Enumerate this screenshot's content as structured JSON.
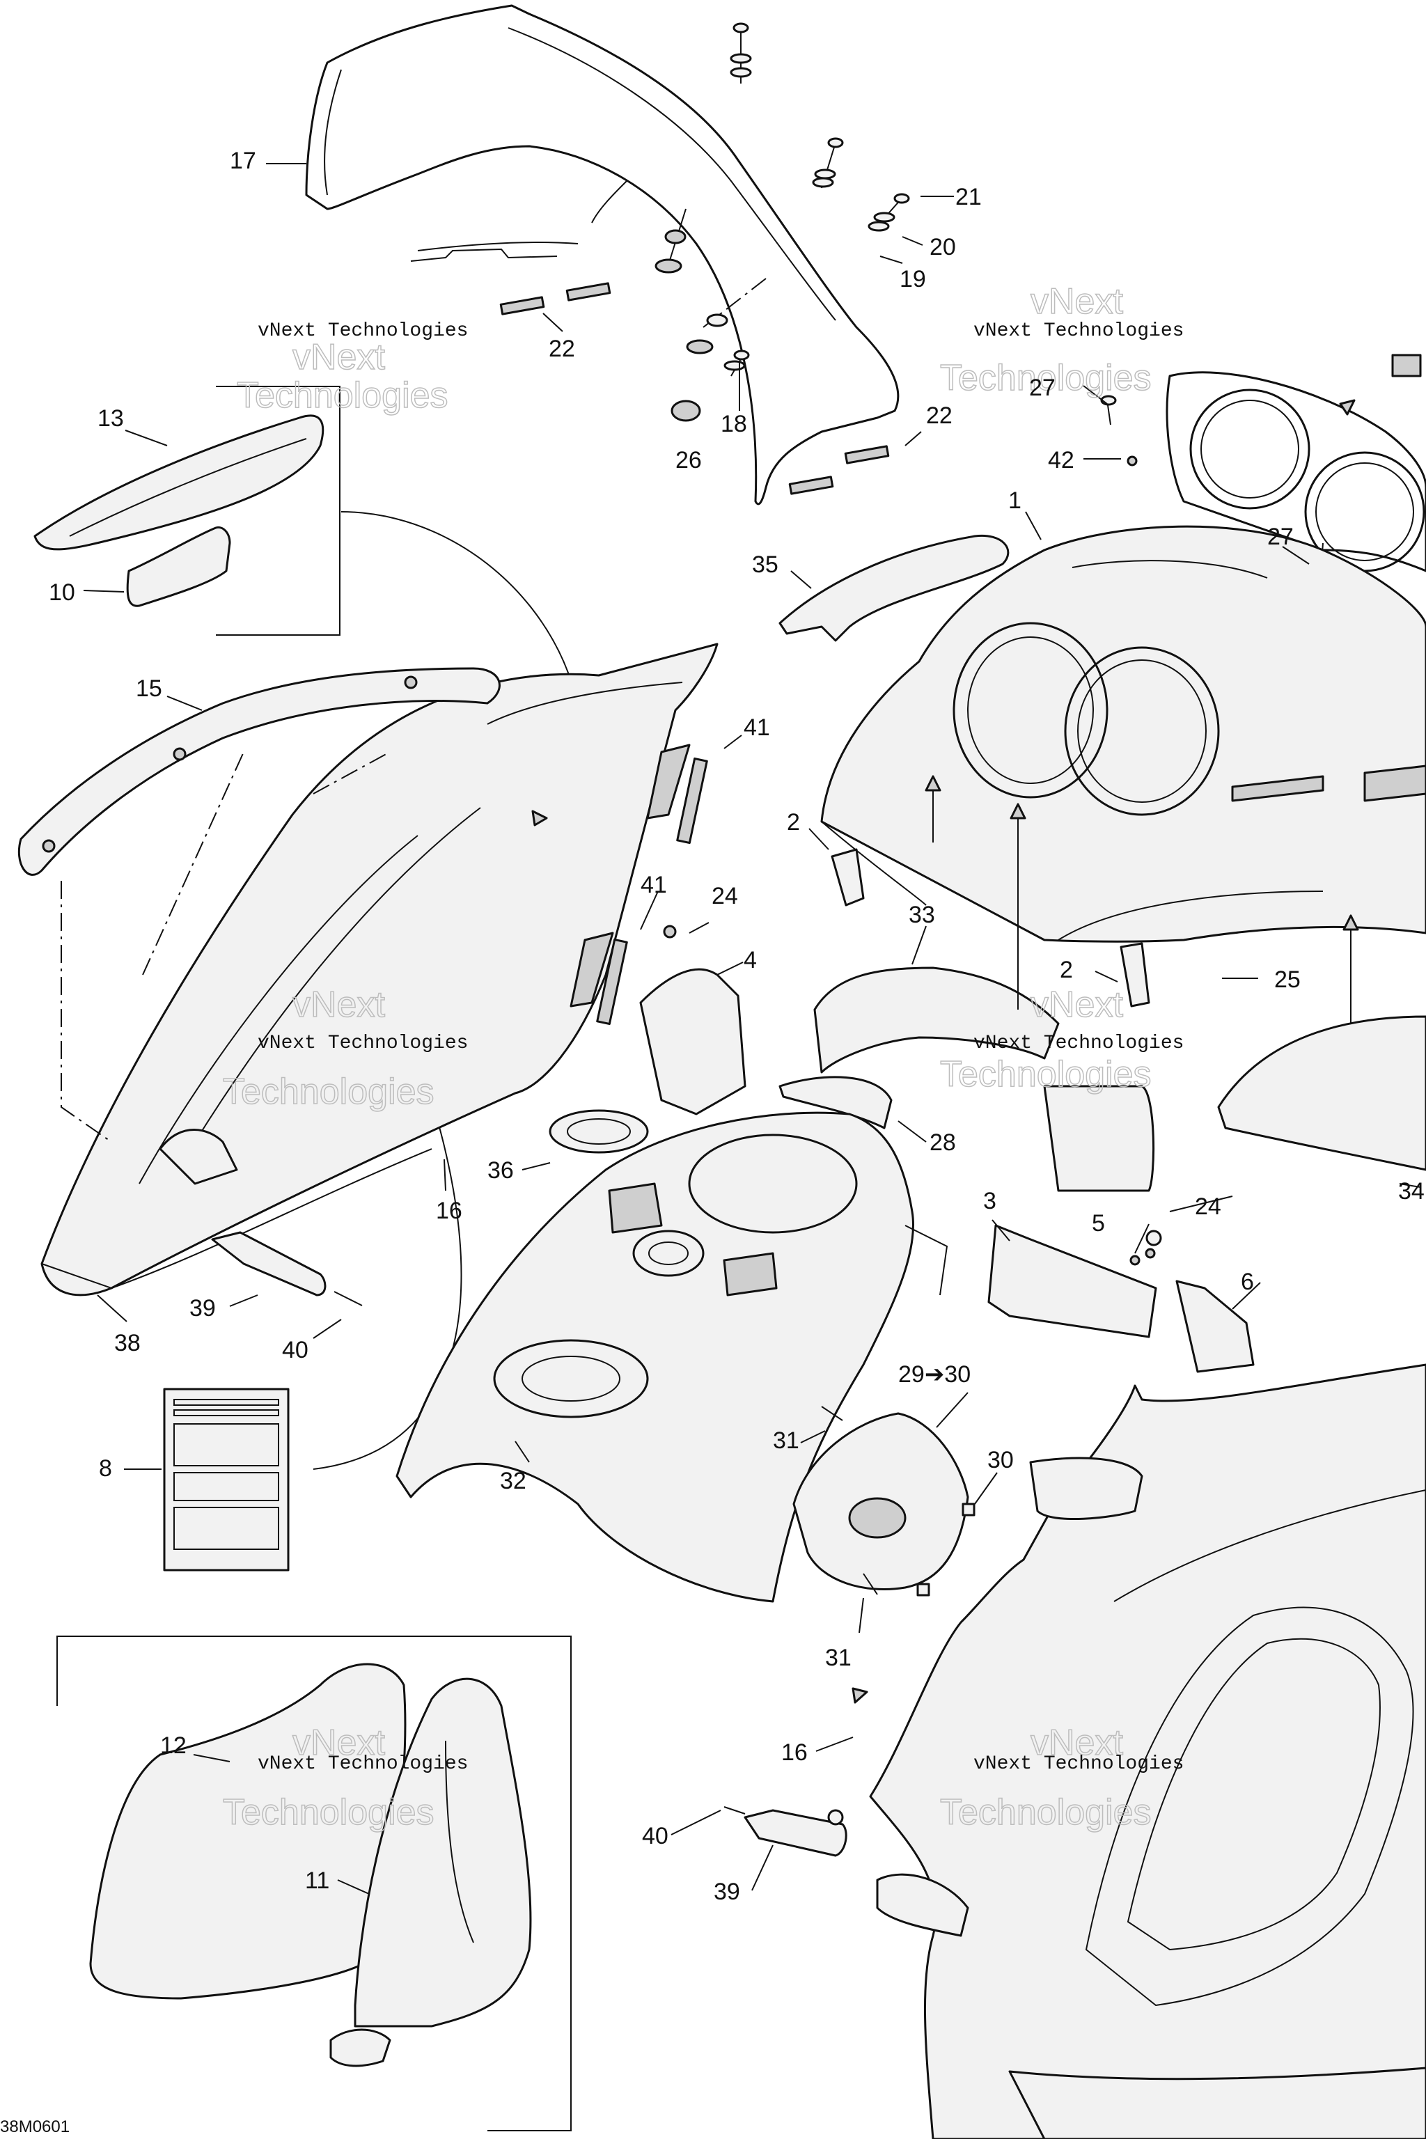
{
  "watermark": {
    "line1": "vNext Technologies",
    "line2": "vNext",
    "line3": "Technologies"
  },
  "reference_code": "38M0601",
  "callouts": [
    {
      "id": "c17a",
      "text": "17"
    },
    {
      "id": "c21",
      "text": "21"
    },
    {
      "id": "c20",
      "text": "20"
    },
    {
      "id": "c19",
      "text": "19"
    },
    {
      "id": "c22a",
      "text": "22"
    },
    {
      "id": "c18",
      "text": "18"
    },
    {
      "id": "c26",
      "text": "26"
    },
    {
      "id": "c22b",
      "text": "22"
    },
    {
      "id": "c27a",
      "text": "27"
    },
    {
      "id": "c42",
      "text": "42"
    },
    {
      "id": "c27b",
      "text": "27"
    },
    {
      "id": "c13",
      "text": "13"
    },
    {
      "id": "c10",
      "text": "10"
    },
    {
      "id": "c1",
      "text": "1"
    },
    {
      "id": "c35",
      "text": "35"
    },
    {
      "id": "c15",
      "text": "15"
    },
    {
      "id": "c41a",
      "text": "41"
    },
    {
      "id": "c2a",
      "text": "2"
    },
    {
      "id": "c41b",
      "text": "41"
    },
    {
      "id": "c24a",
      "text": "24"
    },
    {
      "id": "c4",
      "text": "4"
    },
    {
      "id": "c33",
      "text": "33"
    },
    {
      "id": "c2b",
      "text": "2"
    },
    {
      "id": "c25",
      "text": "25"
    },
    {
      "id": "c28",
      "text": "28"
    },
    {
      "id": "c36",
      "text": "36"
    },
    {
      "id": "c16a",
      "text": "16"
    },
    {
      "id": "c34",
      "text": "34"
    },
    {
      "id": "c3",
      "text": "3"
    },
    {
      "id": "c5",
      "text": "5"
    },
    {
      "id": "c24b",
      "text": "24"
    },
    {
      "id": "c6",
      "text": "6"
    },
    {
      "id": "c39a",
      "text": "39"
    },
    {
      "id": "c38",
      "text": "38"
    },
    {
      "id": "c40a",
      "text": "40"
    },
    {
      "id": "c29",
      "text": "29➔30"
    },
    {
      "id": "c8",
      "text": "8"
    },
    {
      "id": "c31a",
      "text": "31"
    },
    {
      "id": "c30",
      "text": "30"
    },
    {
      "id": "c32",
      "text": "32"
    },
    {
      "id": "c31b",
      "text": "31"
    },
    {
      "id": "c12",
      "text": "12"
    },
    {
      "id": "c16b",
      "text": "16"
    },
    {
      "id": "c11",
      "text": "11"
    },
    {
      "id": "c40b",
      "text": "40"
    },
    {
      "id": "c39b",
      "text": "39"
    }
  ]
}
